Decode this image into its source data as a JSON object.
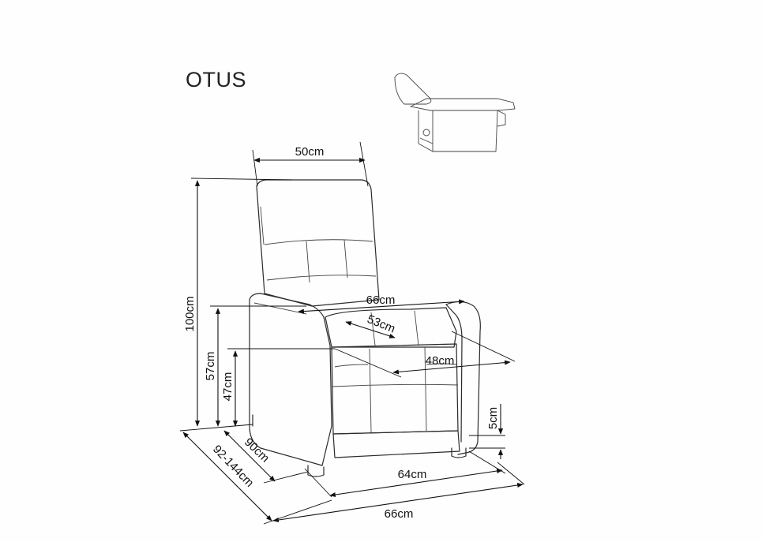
{
  "product": {
    "name": "OTUS"
  },
  "dimensions": {
    "backrest_width": "50cm",
    "total_height": "100cm",
    "armrest_height": "57cm",
    "seat_height": "47cm",
    "seat_width": "66cm",
    "seat_width_inner": "53cm",
    "seat_depth": "48cm",
    "leg_height": "5cm",
    "depth": "90cm",
    "depth_reclined": "92-144cm",
    "base_width": "64cm",
    "overall_width": "66cm"
  },
  "icons": {
    "main_view": "recliner-armchair-icon",
    "reclined_view": "reclined-armchair-icon"
  },
  "colors": {
    "line": "#2a2a2a",
    "background": "#fefefe"
  }
}
